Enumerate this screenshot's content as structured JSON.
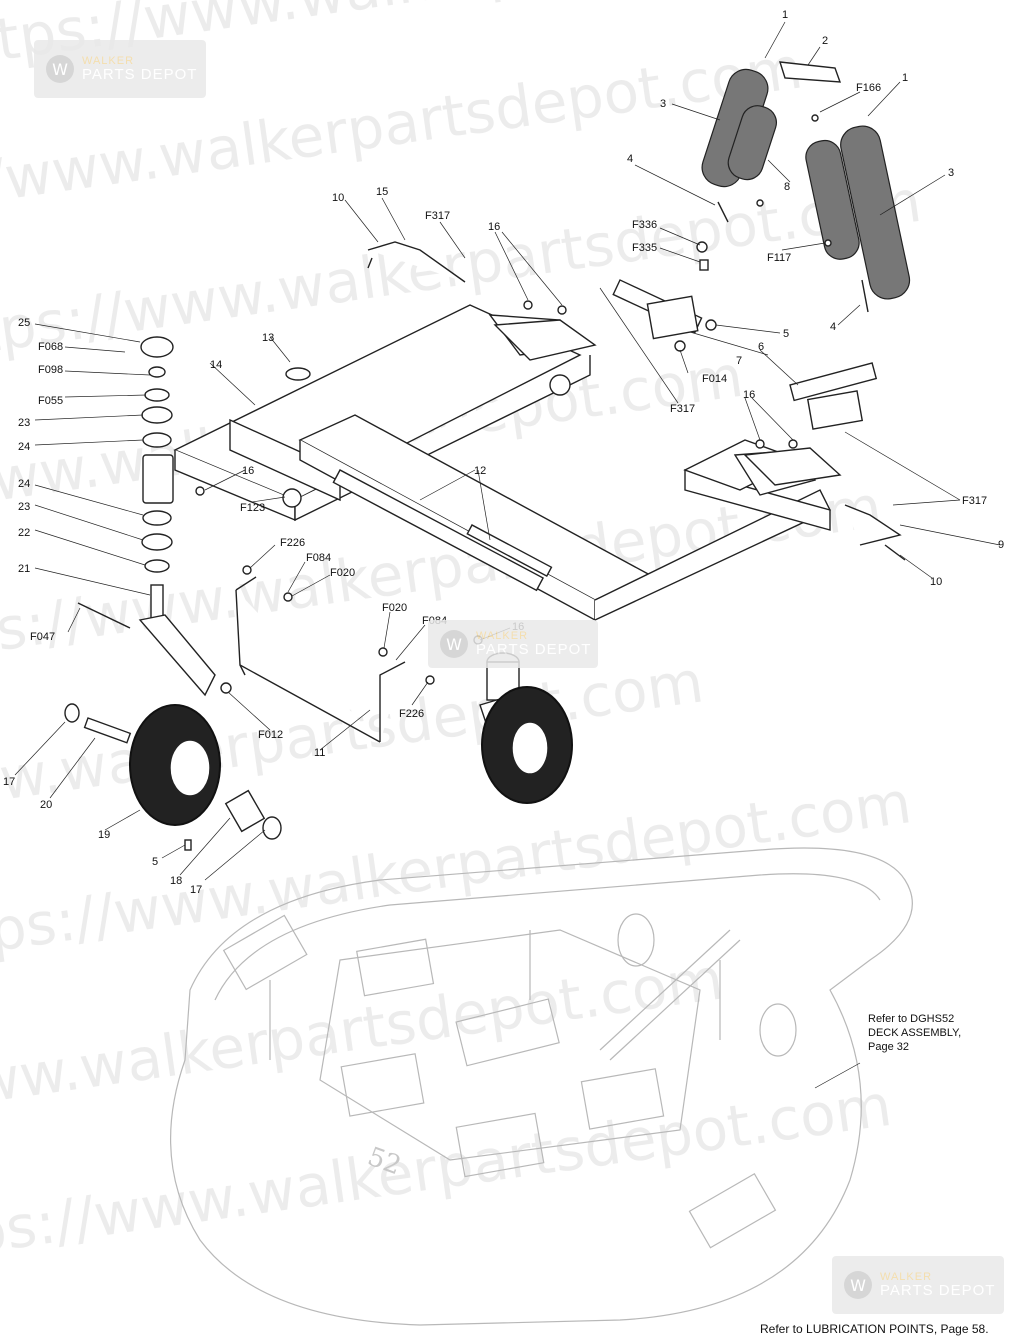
{
  "watermark": {
    "text": "https://www.walkerpartsdepot.com",
    "logo_brand": "WALKER",
    "logo_sub": "PARTS DEPOT"
  },
  "callouts": {
    "c1a": "1",
    "c1b": "1",
    "c2": "2",
    "c3a": "3",
    "c3b": "3",
    "c4a": "4",
    "c4b": "4",
    "c5a": "5",
    "c5b": "5",
    "c6": "6",
    "c7": "7",
    "c8": "8",
    "c9": "9",
    "c10a": "10",
    "c10b": "10",
    "c11": "11",
    "c12": "12",
    "c13": "13",
    "c14": "14",
    "c15": "15",
    "c16a": "16",
    "c16b": "16",
    "c16c": "16",
    "c16d": "16",
    "c17a": "17",
    "c17b": "17",
    "c18": "18",
    "c19": "19",
    "c20": "20",
    "c21": "21",
    "c22": "22",
    "c23a": "23",
    "c23b": "23",
    "c24a": "24",
    "c24b": "24",
    "c25": "25",
    "f068": "F068",
    "f098": "F098",
    "f055": "F055",
    "f047": "F047",
    "f012": "F012",
    "f123": "F123",
    "f226a": "F226",
    "f226b": "F226",
    "f084a": "F084",
    "f084b": "F084",
    "f020a": "F020",
    "f020b": "F020",
    "f317a": "F317",
    "f317b": "F317",
    "f317c": "F317",
    "f336": "F336",
    "f335": "F335",
    "f014": "F014",
    "f117": "F117",
    "f166": "F166"
  },
  "deck_label": "52",
  "ref_note": "Refer to DGHS52\nDECK ASSEMBLY,\nPage 32",
  "footer_note": "Refer to LUBRICATION POINTS, Page 58."
}
